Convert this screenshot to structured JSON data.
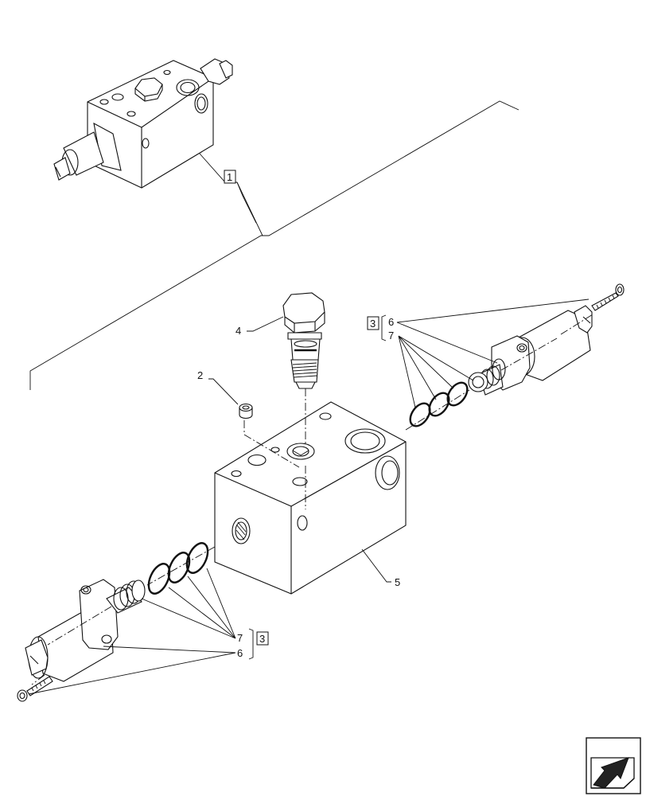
{
  "callouts": {
    "assembly_ref_top": "1",
    "item_2": "2",
    "item_4": "4",
    "item_5": "5",
    "right_kit_ref": "3",
    "right_item_6": "6",
    "right_item_7": "7",
    "left_kit_ref": "3",
    "left_item_7": "7",
    "left_item_6": "6"
  },
  "icons": {
    "nav_arrow": "next-page-arrow-icon"
  }
}
